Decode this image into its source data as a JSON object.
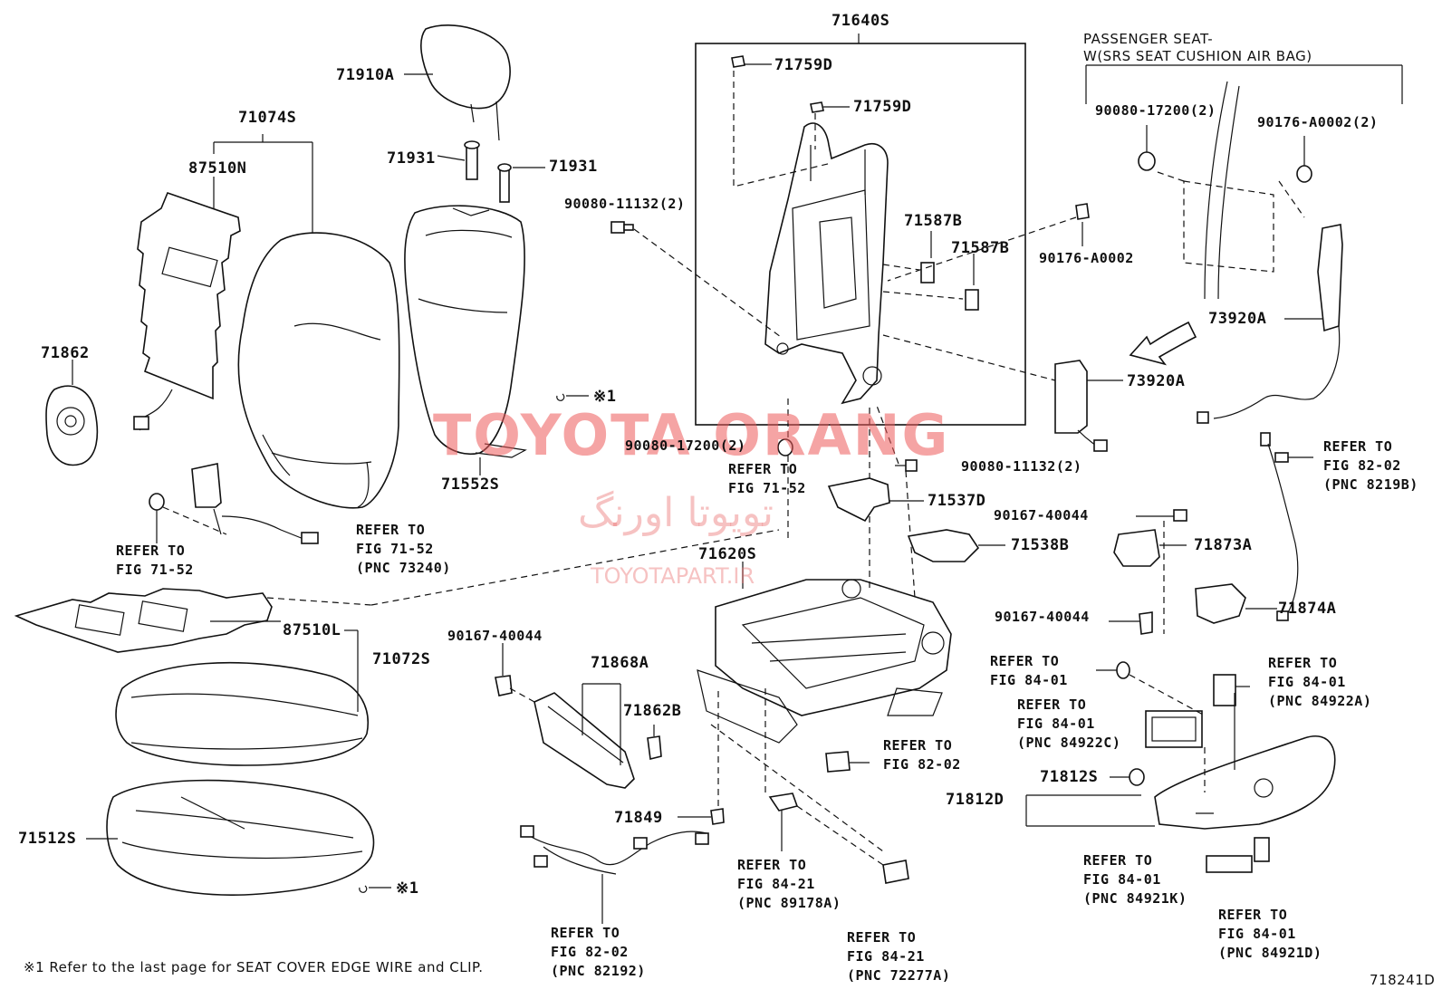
{
  "diagram_id": "718241D",
  "watermark": {
    "main": "TOYOTA ORANG",
    "persian": "تویوتا اورنگ",
    "url": "TOYOTAPART.IR"
  },
  "assembly_note": {
    "line1": "PASSENGER SEAT-",
    "line2": "W(SRS SEAT CUSHION AIR BAG)"
  },
  "footnote": "※1 Refer to the last page for SEAT COVER EDGE WIRE and CLIP.",
  "callouts": {
    "c71640S": "71640S",
    "c71759D_a": "71759D",
    "c71759D_b": "71759D",
    "c71910A": "71910A",
    "c71931_a": "71931",
    "c71931_b": "71931",
    "c71074S": "71074S",
    "c87510N": "87510N",
    "c71862": "71862",
    "c90080_11132_top": "90080-11132(2)",
    "c71587B_a": "71587B",
    "c71587B_b": "71587B",
    "c90176_A0002_mid": "90176-A0002",
    "c90080_17200_right": "90080-17200(2)",
    "c90176_A0002_right": "90176-A0002(2)",
    "c73920A_right": "73920A",
    "c73920A_mid": "73920A",
    "c71552S": "71552S",
    "mark1_top": "※1",
    "c90080_17200_mid": "90080-17200(2)",
    "c90080_11132_mid": "90080-11132(2)",
    "c71537D": "71537D",
    "c90167_40044_a": "90167-40044",
    "c71538B": "71538B",
    "c71873A": "71873A",
    "c71620S": "71620S",
    "c90167_40044_b": "90167-40044",
    "c71874A": "71874A",
    "c87510L": "87510L",
    "c71072S": "71072S",
    "c90167_40044_c": "90167-40044",
    "c71868A": "71868A",
    "c71862B": "71862B",
    "c71849": "71849",
    "c71812S": "71812S",
    "c71812D": "71812D",
    "c71512S": "71512S",
    "mark1_bottom": "※1"
  },
  "references": {
    "r_fig7152_mid": [
      "REFER TO",
      "FIG 71-52"
    ],
    "r_fig7152_left": [
      "REFER TO",
      "FIG 71-52"
    ],
    "r_fig7152_pnc73240": [
      "REFER TO",
      "FIG 71-52",
      "(PNC 73240)"
    ],
    "r_fig8202_pnc8219B": [
      "REFER TO",
      "FIG 82-02",
      "(PNC 8219B)"
    ],
    "r_fig8401_a": [
      "REFER TO",
      "FIG 84-01"
    ],
    "r_fig8401_pnc84922A": [
      "REFER TO",
      "FIG 84-01",
      "(PNC 84922A)"
    ],
    "r_fig8401_pnc84922C": [
      "REFER TO",
      "FIG 84-01",
      "(PNC 84922C)"
    ],
    "r_fig8202_mid": [
      "REFER TO",
      "FIG 82-02"
    ],
    "r_fig8421_pnc89178A": [
      "REFER TO",
      "FIG 84-21",
      "(PNC 89178A)"
    ],
    "r_fig8401_pnc84921K": [
      "REFER TO",
      "FIG 84-01",
      "(PNC 84921K)"
    ],
    "r_fig8401_pnc84921D": [
      "REFER TO",
      "FIG 84-01",
      "(PNC 84921D)"
    ],
    "r_fig8202_pnc82192": [
      "REFER TO",
      "FIG 82-02",
      "(PNC 82192)"
    ],
    "r_fig8421_pnc72277A": [
      "REFER TO",
      "FIG 84-21",
      "(PNC 72277A)"
    ]
  }
}
